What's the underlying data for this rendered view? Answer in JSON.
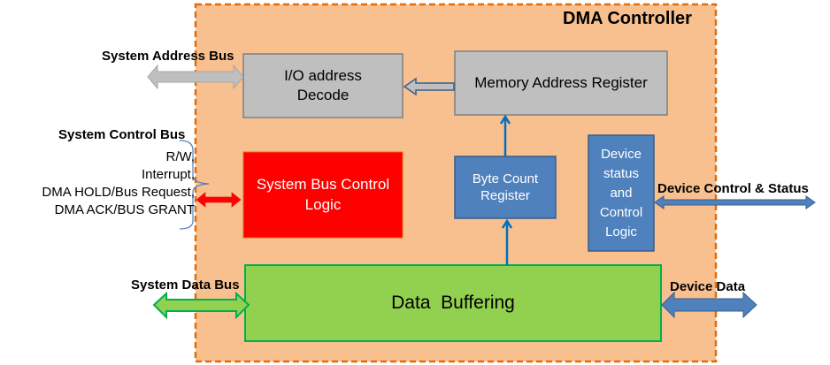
{
  "title": "DMA Controller",
  "colors": {
    "controller_fill": "#F9C08F",
    "controller_border": "#E36C0A",
    "gray_block": "#BFBFBF",
    "blue_block": "#4F81BD",
    "red_block": "#FF0000",
    "green_block": "#92D050",
    "green_arrow": "#00B050",
    "blue_arrow": "#0070C0"
  },
  "blocks": {
    "io_decode": {
      "line1": "I/O address",
      "line2": "Decode"
    },
    "mar": {
      "label": "Memory Address Register"
    },
    "sys_bus_ctrl": {
      "line1": "System Bus Control",
      "line2": "Logic"
    },
    "byte_count": {
      "line1": "Byte Count",
      "line2": "Register"
    },
    "device_status": {
      "line1": "Device",
      "line2": "status",
      "line3": "and",
      "line4": "Control",
      "line5": "Logic"
    },
    "data_buffering": {
      "label": "Data  Buffering"
    }
  },
  "external": {
    "system_address_bus": "System Address Bus",
    "system_control_bus": "System Control Bus",
    "control_signals": [
      "R/W,",
      "Interrupt,",
      "DMA HOLD/Bus Request,",
      "DMA ACK/BUS GRANT"
    ],
    "system_data_bus": "System Data Bus",
    "device_control_status": "Device Control & Status",
    "device_data": "Device Data"
  }
}
